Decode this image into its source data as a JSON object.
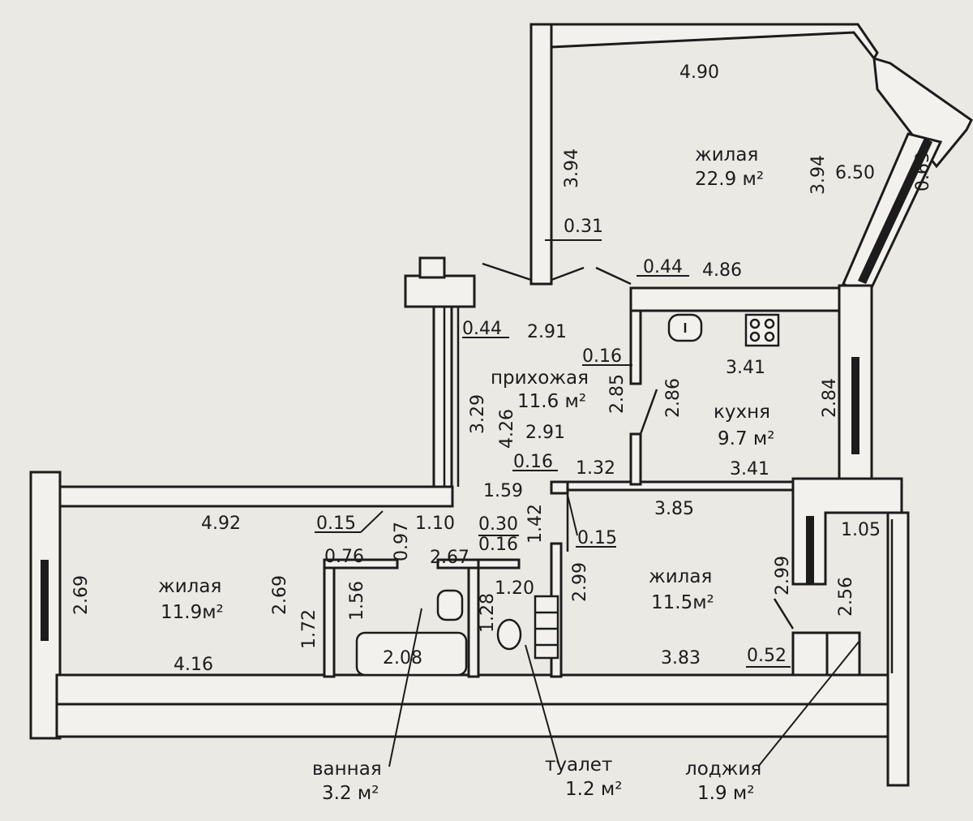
{
  "rooms": {
    "living_large": {
      "name": "жилая",
      "area": "22.9 м²"
    },
    "hallway": {
      "name": "прихожая",
      "area": "11.6 м²"
    },
    "kitchen": {
      "name": "кухня",
      "area": "9.7 м²"
    },
    "living_left": {
      "name": "жилая",
      "area": "11.9м²"
    },
    "living_right": {
      "name": "жилая",
      "area": "11.5м²"
    },
    "bathroom": {
      "name": "ванная",
      "area": "3.2 м²"
    },
    "toilet": {
      "name": "туалет",
      "area": "1.2 м²"
    },
    "loggia": {
      "name": "лоджия",
      "area": "1.9 м²"
    }
  },
  "dims": {
    "d_4_90": "4.90",
    "d_3_94_a": "3.94",
    "d_3_94_b": "3.94",
    "d_6_50": "6.50",
    "d_0_63": "0.63",
    "d_0_31": "0.31",
    "d_0_44_a": "0.44",
    "d_4_86": "4.86",
    "d_0_44_b": "0.44",
    "d_2_91_a": "2.91",
    "d_0_16_a": "0.16",
    "d_3_41_a": "3.41",
    "d_2_85": "2.85",
    "d_2_86": "2.86",
    "d_2_84": "2.84",
    "d_3_29": "3.29",
    "d_4_26": "4.26",
    "d_2_91_b": "2.91",
    "d_0_16_b": "0.16",
    "d_1_32": "1.32",
    "d_3_41_b": "3.41",
    "d_1_59": "1.59",
    "d_3_85": "3.85",
    "d_4_92": "4.92",
    "d_0_15_a": "0.15",
    "d_0_97": "0.97",
    "d_1_10": "1.10",
    "d_0_30": "0.30",
    "d_1_42": "1.42",
    "d_0_16_c": "0.16",
    "d_0_15_b": "0.15",
    "d_1_05": "1.05",
    "d_0_76": "0.76",
    "d_2_67": "2.67",
    "d_2_69_a": "2.69",
    "d_2_69_b": "2.69",
    "d_1_72": "1.72",
    "d_1_56": "1.56",
    "d_1_20": "1.20",
    "d_1_28": "1.28",
    "d_2_99_a": "2.99",
    "d_2_99_b": "2.99",
    "d_2_56": "2.56",
    "d_4_16": "4.16",
    "d_2_08": "2.08",
    "d_3_83": "3.83",
    "d_0_52": "0.52"
  }
}
